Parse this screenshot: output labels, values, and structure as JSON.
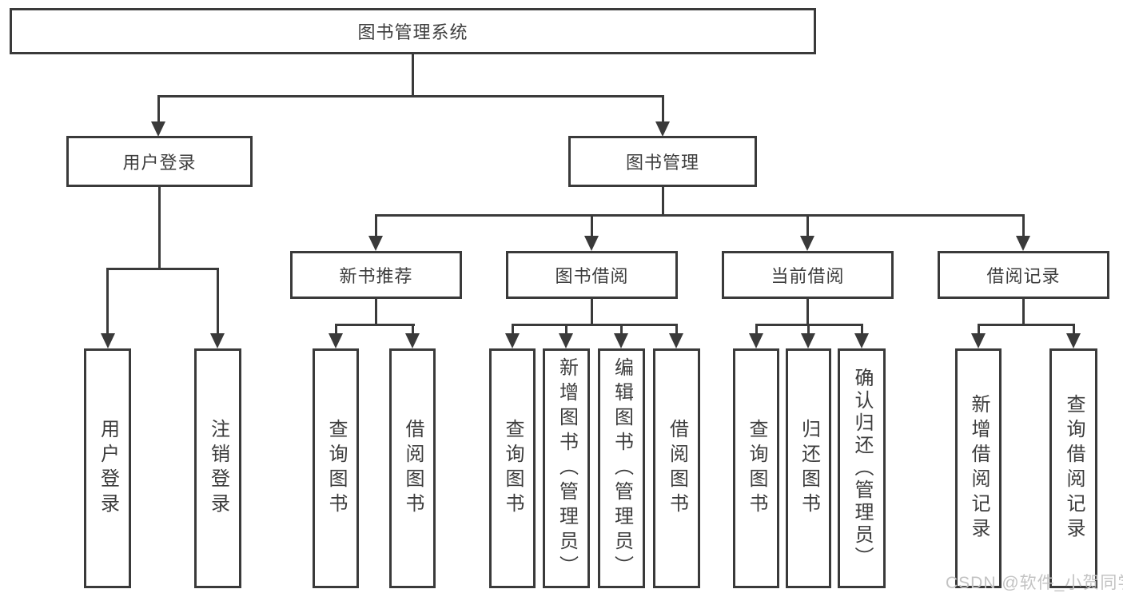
{
  "title": "图书管理系统",
  "colors": {
    "line": "#3a3a3a",
    "text": "#3d3d3d",
    "background": "#ffffff",
    "watermark": "#c3c3c3"
  },
  "nodes": {
    "root": "图书管理系统",
    "user_login": "用户登录",
    "book_management": "图书管理",
    "new_book_recommend": "新书推荐",
    "book_borrow": "图书借阅",
    "current_borrow": "当前借阅",
    "borrow_records": "借阅记录"
  },
  "leaves": {
    "user_login": [
      "用户登录",
      "注销登录"
    ],
    "new_book_recommend": [
      "查询图书",
      "借阅图书"
    ],
    "book_borrow": [
      "查询图书",
      "新增图书（管理员）",
      "编辑图书（管理员）",
      "借阅图书"
    ],
    "current_borrow": [
      "查询图书",
      "归还图书",
      "确认归还（管理员）"
    ],
    "borrow_records": [
      "新增借阅记录",
      "查询借阅记录"
    ]
  },
  "watermark": "CSDN @软件_小贺同学"
}
